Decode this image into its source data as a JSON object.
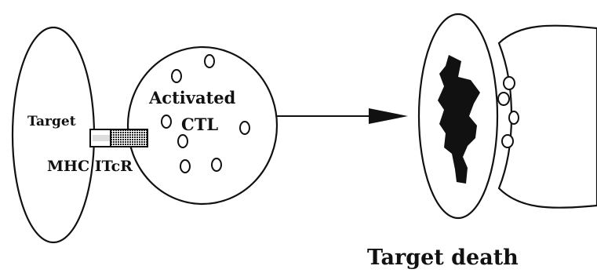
{
  "labels": {
    "target": "Target",
    "activated": "Activated",
    "ctl": "CTL",
    "mhc_tcr": "MHC ITcR",
    "target_death": "Target death"
  },
  "colors": {
    "ink": "#111111",
    "background": "#ffffff",
    "receptor_shade": "#555555"
  }
}
